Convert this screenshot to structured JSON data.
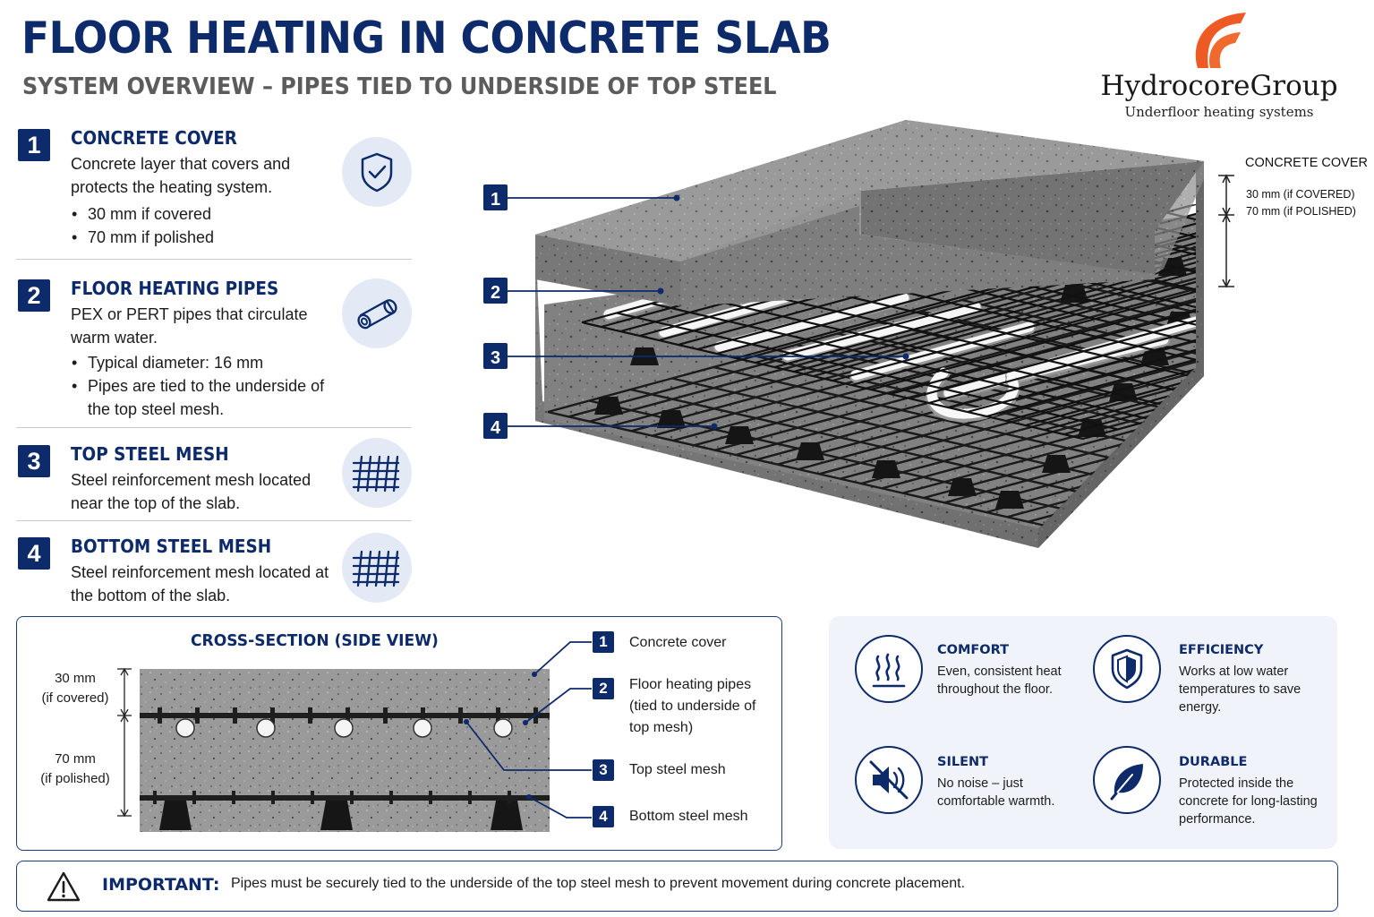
{
  "header": {
    "title": "FLOOR HEATING IN CONCRETE SLAB",
    "subtitle": "SYSTEM OVERVIEW – PIPES TIED TO UNDERSIDE OF TOP STEEL"
  },
  "brand": {
    "name": "HydrocoreGroup",
    "tagline": "Underfloor heating systems",
    "logo_color": "#ee5a24"
  },
  "components": [
    {
      "number": "1",
      "title": "CONCRETE COVER",
      "description": "Concrete layer that covers and protects the heating system.",
      "bullets": [
        "30 mm if covered",
        "70 mm if polished"
      ],
      "icon": "shield-check-icon"
    },
    {
      "number": "2",
      "title": "FLOOR HEATING PIPES",
      "description": "PEX or PERT pipes that circulate warm water.",
      "bullets": [
        "Typical diameter: 16 mm",
        "Pipes are tied to the underside of the top steel mesh."
      ],
      "icon": "pipe-icon"
    },
    {
      "number": "3",
      "title": "TOP STEEL MESH",
      "description": "Steel reinforcement mesh located near the top of the slab.",
      "bullets": [],
      "icon": "mesh-icon"
    },
    {
      "number": "4",
      "title": "BOTTOM STEEL MESH",
      "description": "Steel reinforcement mesh located at the bottom of the slab.",
      "bullets": [],
      "icon": "mesh-icon"
    }
  ],
  "illustration": {
    "callouts": [
      "1",
      "2",
      "3",
      "4"
    ],
    "concrete_cover": {
      "title": "CONCRETE COVER",
      "covered": "30 mm (if COVERED)",
      "polished": "70 mm (if POLISHED)"
    }
  },
  "cross_section": {
    "title": "CROSS-SECTION (SIDE VIEW)",
    "dim_covered": [
      "30 mm",
      "(if covered)"
    ],
    "dim_polished": [
      "70 mm",
      "(if polished)"
    ],
    "legend": [
      {
        "number": "1",
        "label": "Concrete cover"
      },
      {
        "number": "2",
        "label": "Floor heating pipes (tied to underside of top mesh)"
      },
      {
        "number": "3",
        "label": "Top steel mesh"
      },
      {
        "number": "4",
        "label": "Bottom steel mesh"
      }
    ]
  },
  "benefits": [
    {
      "title": "COMFORT",
      "text": "Even, consistent heat throughout the floor.",
      "icon": "heat-waves-icon"
    },
    {
      "title": "EFFICIENCY",
      "text": "Works at low water temperatures to save energy.",
      "icon": "shield-icon"
    },
    {
      "title": "SILENT",
      "text": "No noise – just comfortable warmth.",
      "icon": "muted-speaker-icon"
    },
    {
      "title": "DURABLE",
      "text": "Protected inside the concrete for long-lasting performance.",
      "icon": "leaf-icon"
    }
  ],
  "important": {
    "label": "IMPORTANT:",
    "text": "Pipes must be securely tied to the underside of the top steel mesh to prevent movement during concrete placement.",
    "icon": "warning-icon"
  },
  "colors": {
    "navy": "#0d2a6b",
    "concrete": "#8c8c8c",
    "pipe": "#f4f4f4",
    "steel": "#1e1e1e"
  }
}
